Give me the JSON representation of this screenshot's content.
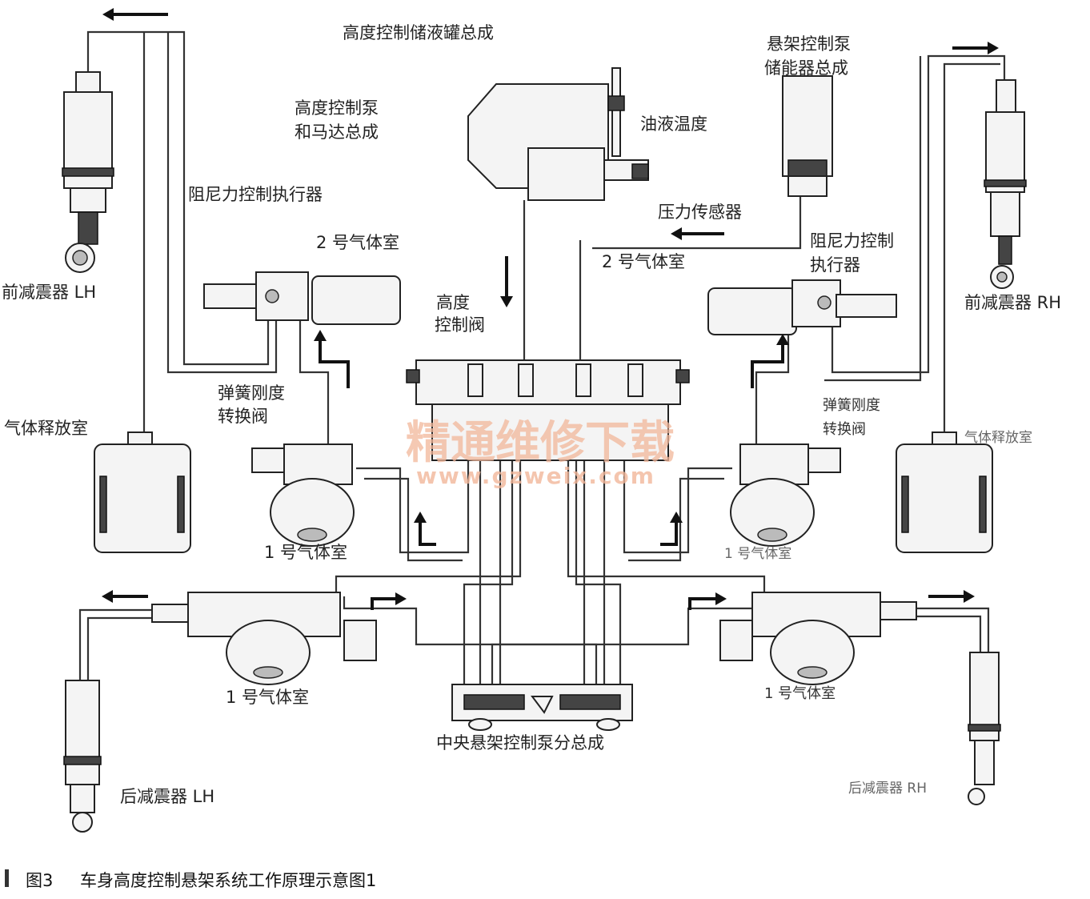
{
  "labels": {
    "reservoir": "高度控制储液罐总成",
    "pump_motor_1": "高度控制泵",
    "pump_motor_2": "和马达总成",
    "fluid_temp": "油液温度",
    "accumulator_1": "悬架控制泵",
    "accumulator_2": "储能器总成",
    "damping_actuator_left": "阻尼力控制执行器",
    "pressure_sensor": "压力传感器",
    "gas_chamber_2_left": "2 号气体室",
    "gas_chamber_2_right": "2 号气体室",
    "damping_actuator_right_1": "阻尼力控制",
    "damping_actuator_right_2": "执行器",
    "front_shock_lh": "前减震器 LH",
    "front_shock_rh": "前减震器 RH",
    "height_valve_1": "高度",
    "height_valve_2": "控制阀",
    "spring_valve_left_1": "弹簧刚度",
    "spring_valve_left_2": "转换阀",
    "spring_valve_right_1": "弹簧刚度",
    "spring_valve_right_2": "转换阀",
    "gas_release_left": "气体释放室",
    "gas_release_right": "气体释放室",
    "gas_chamber_1_upper_left": "1 号气体室",
    "gas_chamber_1_upper_right": "1 号气体室",
    "gas_chamber_1_lower_left": "1 号气体室",
    "gas_chamber_1_lower_right": "1 号气体室",
    "central_pump": "中央悬架控制泵分总成",
    "rear_shock_lh": "后减震器 LH",
    "rear_shock_rh": "后减震器 RH"
  },
  "watermark": {
    "text": "精通维修下载",
    "url": "www.gzweix.com"
  },
  "caption": {
    "number": "图3",
    "text": "车身高度控制悬架系统工作原理示意图1"
  }
}
